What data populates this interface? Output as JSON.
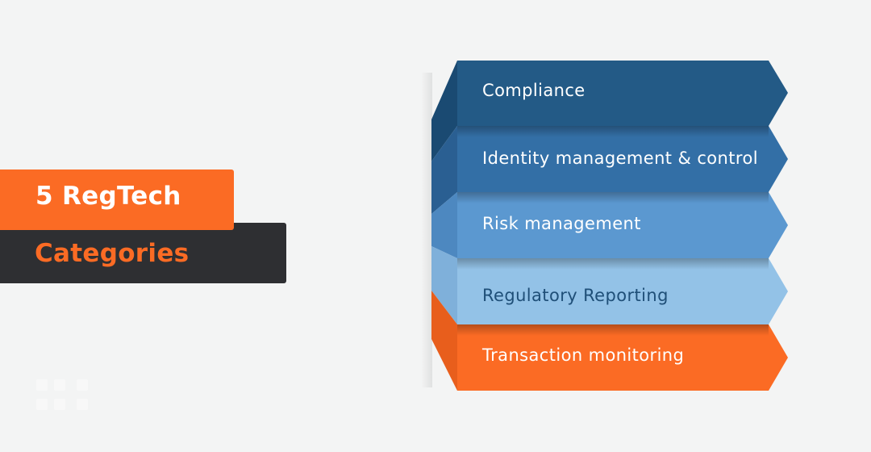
{
  "title": {
    "line1": "5 RegTech",
    "line2": "Categories"
  },
  "colors": {
    "background": "#f3f4f4",
    "accent_orange": "#fb6b24",
    "dark": "#2e2f32"
  },
  "categories": [
    {
      "label": "Compliance",
      "color": "#235a86",
      "side_color": "#1a4a72",
      "text_color": "#ffffff"
    },
    {
      "label": "Identity management & control",
      "color": "#336fa6",
      "side_color": "#2a5f92",
      "text_color": "#ffffff"
    },
    {
      "label": "Risk management",
      "color": "#5b98d0",
      "side_color": "#4d88c0",
      "text_color": "#ffffff"
    },
    {
      "label": "Regulatory Reporting",
      "color": "#93c2e7",
      "side_color": "#7fb0da",
      "text_color": "#1f4f78"
    },
    {
      "label": "Transaction monitoring",
      "color": "#fb6b24",
      "side_color": "#e85e1c",
      "text_color": "#ffffff"
    }
  ]
}
